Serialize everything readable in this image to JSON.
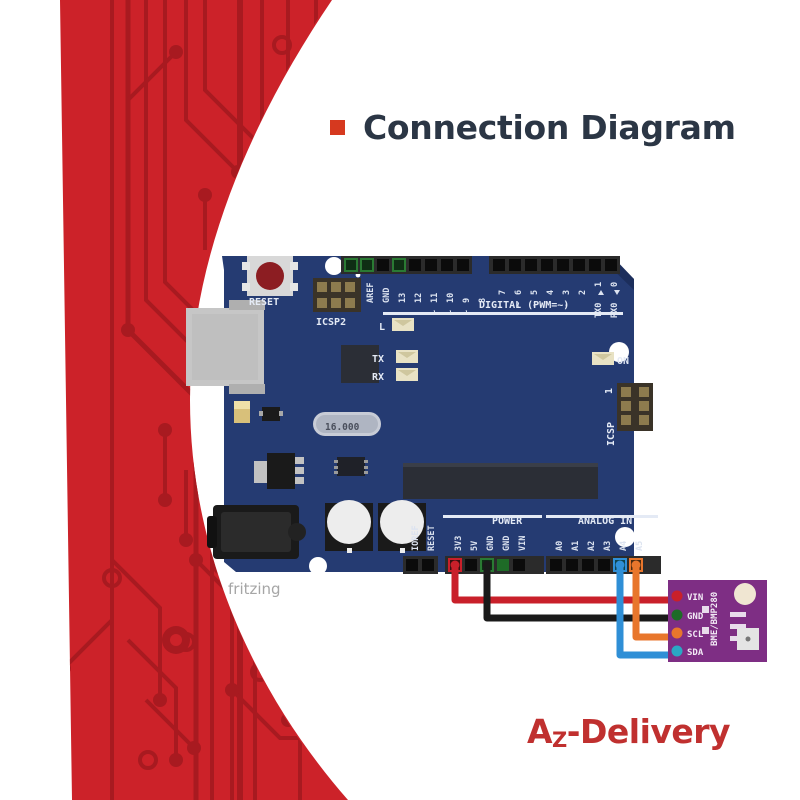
{
  "page": {
    "background_color": "#ffffff",
    "accent_red": "#CC2229",
    "trace_red": "#A81A20",
    "board_blue": "#253B72"
  },
  "header": {
    "bullet_color": "#D6391F",
    "title": "Connection Diagram",
    "title_color": "#2B3645"
  },
  "brand": {
    "text_a": "A",
    "text_z": "Z",
    "text_rest": "-Delivery",
    "color": "#C0302F"
  },
  "watermark": {
    "text": "fritzing",
    "color": "#A6A6A6"
  },
  "board": {
    "name": "Arduino Uno",
    "color": "#253B72",
    "reset_label": "RESET",
    "icsp2_label": "ICSP2",
    "icsp_label": "ICSP",
    "icsp_pin1": "1",
    "crystal_label": "16.000",
    "led_l": "L",
    "led_tx": "TX",
    "led_rx": "RX",
    "led_on": "ON",
    "digital_group_label": "DIGITAL (PWM=~)",
    "power_group_label": "POWER",
    "analog_group_label": "ANALOG IN",
    "digital_pins": [
      {
        "label": "AREF",
        "pwm": false,
        "green": true
      },
      {
        "label": "GND",
        "pwm": false,
        "green": true
      },
      {
        "label": "13",
        "pwm": false,
        "green": false
      },
      {
        "label": "12",
        "pwm": false,
        "green": false
      },
      {
        "label": "11",
        "pwm": true,
        "green": false
      },
      {
        "label": "10",
        "pwm": true,
        "green": false
      },
      {
        "label": "9",
        "pwm": true,
        "green": false
      },
      {
        "label": "8",
        "pwm": false,
        "green": false
      }
    ],
    "digital_pins_b": [
      {
        "label": "7",
        "pwm": false
      },
      {
        "label": "6",
        "pwm": true
      },
      {
        "label": "5",
        "pwm": true
      },
      {
        "label": "4",
        "pwm": false
      },
      {
        "label": "3",
        "pwm": true
      },
      {
        "label": "2",
        "pwm": false
      },
      {
        "label": "1",
        "pwm": false,
        "serial": "TX0"
      },
      {
        "label": "0",
        "pwm": false,
        "serial": "RX0"
      }
    ],
    "power_pins_left": [
      "IOREF",
      "RESET"
    ],
    "power_pins": [
      "3V3",
      "5V",
      "GND",
      "GND",
      "VIN"
    ],
    "analog_pins": [
      "A0",
      "A1",
      "A2",
      "A3",
      "A4",
      "A5"
    ]
  },
  "sensor": {
    "name": "BME/BMP280",
    "pcb_color": "#7E2E84",
    "pins": [
      {
        "label": "VIN",
        "wire_color": "#C9202A"
      },
      {
        "label": "GND",
        "wire_color": "#1A1A1A"
      },
      {
        "label": "SCL",
        "wire_color": "#E8762C"
      },
      {
        "label": "SDA",
        "wire_color": "#2F8FD6"
      }
    ]
  },
  "connections": [
    {
      "from": "3V3",
      "to": "VIN",
      "color": "#C9202A"
    },
    {
      "from": "GND",
      "to": "GND",
      "color": "#1A1A1A"
    },
    {
      "from": "A5",
      "to": "SCL",
      "color": "#E8762C"
    },
    {
      "from": "A4",
      "to": "SDA",
      "color": "#2F8FD6"
    }
  ]
}
